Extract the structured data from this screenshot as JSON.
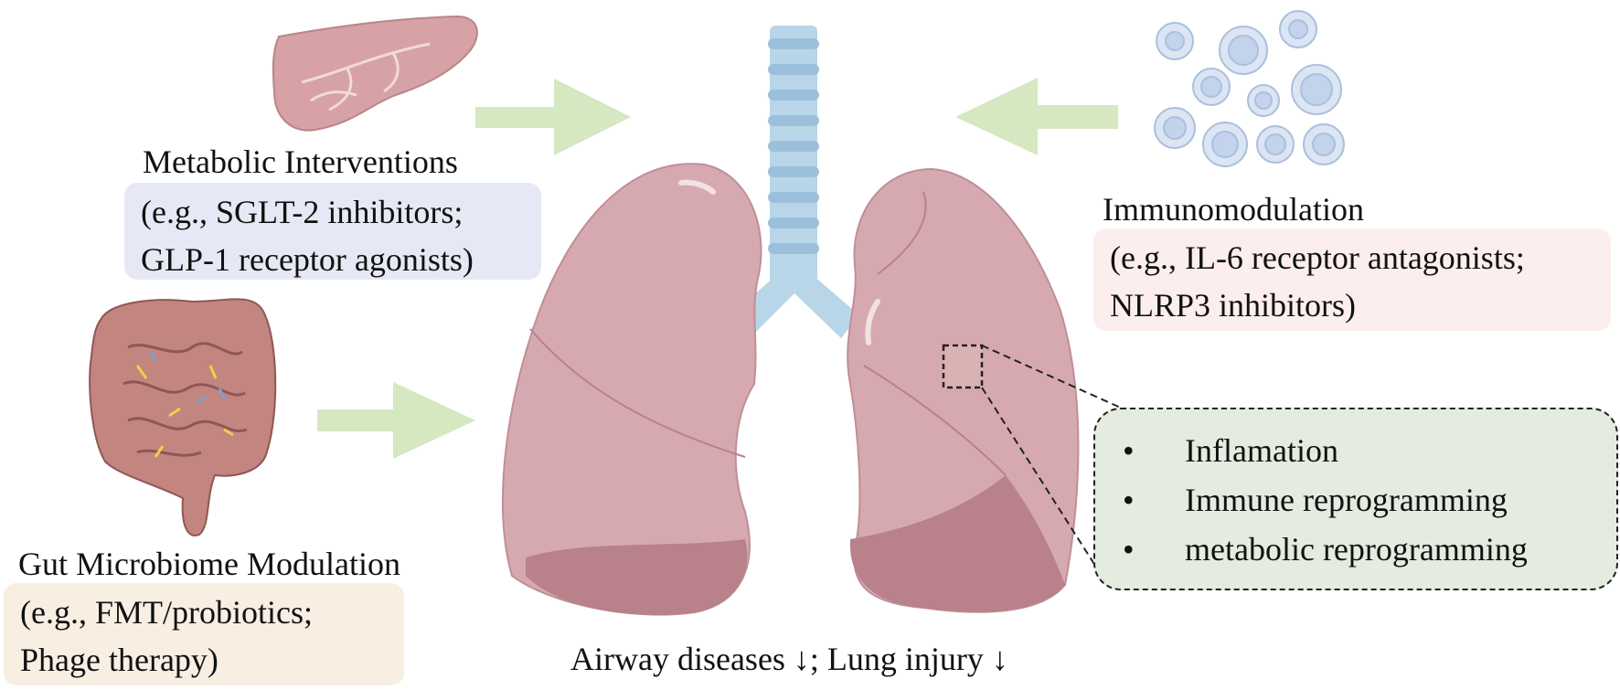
{
  "metabolic": {
    "title": "Metabolic Interventions",
    "lines": [
      "(e.g., SGLT-2 inhibitors;",
      "GLP-1 receptor agonists)"
    ],
    "box_color": "#e6e9f5"
  },
  "immuno": {
    "title": "Immunomodulation",
    "lines": [
      "(e.g., IL-6 receptor antagonists;",
      "NLRP3 inhibitors)"
    ],
    "box_color": "#fbeeec"
  },
  "gut": {
    "title": "Gut Microbiome Modulation",
    "lines": [
      "(e.g., FMT/probiotics;",
      "Phage therapy)"
    ],
    "box_color": "#f8eee2"
  },
  "effects": {
    "bullets": [
      "Inflamation",
      "Immune reprogramming",
      "metabolic reprogramming"
    ],
    "bullet_symbol": "•",
    "box_color": "#e4ebdf"
  },
  "outcome": {
    "text": "Airway diseases ↓; Lung injury ↓"
  },
  "colors": {
    "arrow": "#d5e8c2",
    "lung": "#d6a9b1",
    "lung_dark": "#b98189",
    "trachea": "#b5d3e6",
    "trachea_ring": "#9cc0dc",
    "pancreas": "#d39fa3",
    "gut": "#bd7d78",
    "cell": "#c9d7ec"
  },
  "icons": [
    "pancreas-icon",
    "intestine-icon",
    "immune-cells-icon",
    "lungs-icon",
    "arrow-right-icon",
    "arrow-left-icon"
  ]
}
